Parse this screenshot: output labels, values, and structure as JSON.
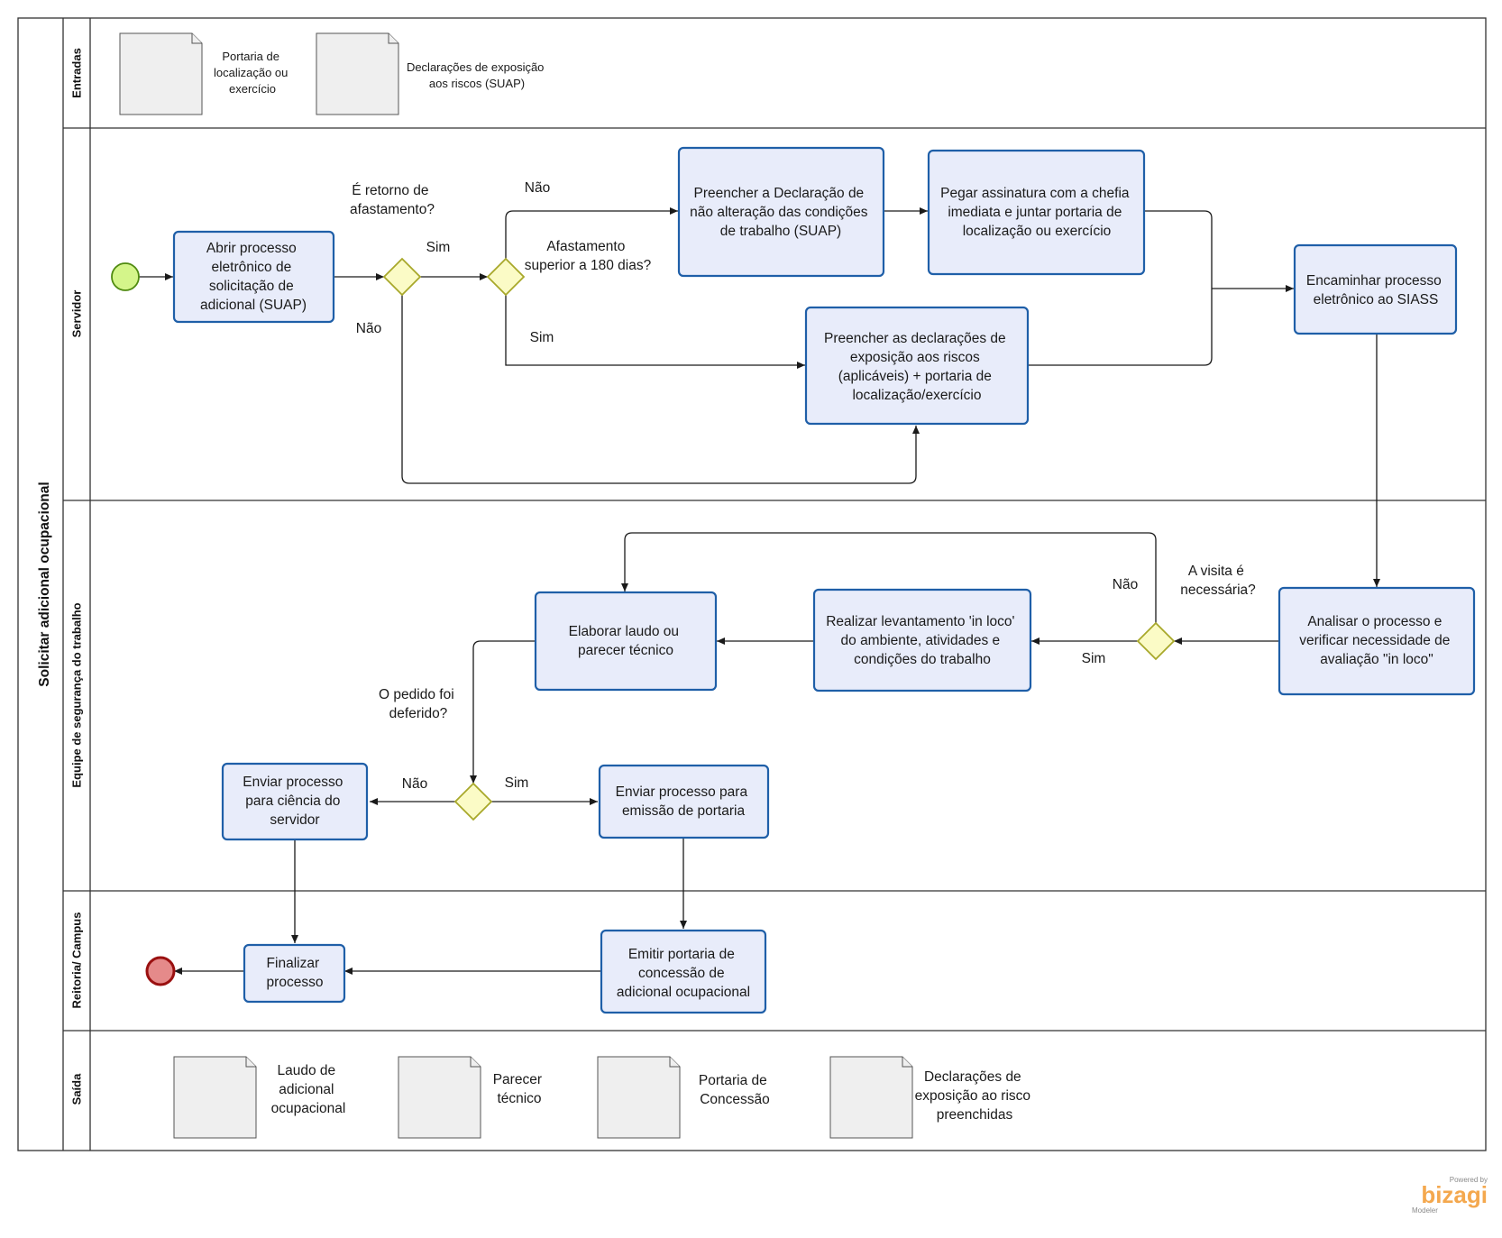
{
  "pool": {
    "title": "Solicitar adicional ocupacional"
  },
  "lanes": {
    "entradas": "Entradas",
    "servidor": "Servidor",
    "equipe": "Equipe de segurança do trabalho",
    "reitoria": "Reitoria/ Campus",
    "saida": "Saída"
  },
  "inputs": {
    "doc1": [
      "Portaria de",
      "localização ou",
      "exercício"
    ],
    "doc2": [
      "Declarações de exposição",
      "aos riscos (SUAP)"
    ]
  },
  "tasks": {
    "abrir": [
      "Abrir processo",
      "eletrônico de",
      "solicitação de",
      "adicional (SUAP)"
    ],
    "preencher_declaracao": [
      "Preencher a Declaração de",
      "não alteração das condições",
      "de trabalho (SUAP)"
    ],
    "pegar_assinatura": [
      "Pegar assinatura com a chefia",
      "imediata e juntar portaria de",
      "localização ou exercício"
    ],
    "preencher_declaracoes": [
      "Preencher as declarações de",
      "exposição aos riscos",
      "(aplicáveis) + portaria de",
      "localização/exercício"
    ],
    "encaminhar": [
      "Encaminhar processo",
      "eletrônico ao SIASS"
    ],
    "analisar": [
      "Analisar o processo e",
      "verificar necessidade de",
      "avaliação \"in loco\""
    ],
    "realizar": [
      "Realizar levantamento 'in loco'",
      "do ambiente, atividades e",
      "condições do trabalho"
    ],
    "elaborar": [
      "Elaborar laudo ou",
      "parecer técnico"
    ],
    "enviar_ciencia": [
      "Enviar processo",
      "para ciência do",
      "servidor"
    ],
    "enviar_portaria": [
      "Enviar processo para",
      "emissão de portaria"
    ],
    "emitir": [
      "Emitir portaria de",
      "concessão de",
      "adicional ocupacional"
    ],
    "finalizar": [
      "Finalizar",
      "processo"
    ]
  },
  "gateways": {
    "retorno": [
      "É retorno de",
      "afastamento?"
    ],
    "afastamento": [
      "Afastamento",
      "superior a 180 dias?"
    ],
    "visita": [
      "A visita é",
      "necessária?"
    ],
    "deferido": [
      "O pedido foi",
      "deferido?"
    ]
  },
  "flow_labels": {
    "retorno_sim": "Sim",
    "retorno_nao": "Não",
    "afast_nao": "Não",
    "afast_sim": "Sim",
    "visita_nao": "Não",
    "visita_sim": "Sim",
    "deferido_nao": "Não",
    "deferido_sim": "Sim"
  },
  "outputs": {
    "doc1": [
      "Laudo de",
      "adicional",
      "ocupacional"
    ],
    "doc2": [
      "Parecer",
      "técnico"
    ],
    "doc3": [
      "Portaria de",
      "Concessão"
    ],
    "doc4": [
      "Declarações de",
      "exposição ao risco",
      "preenchidas"
    ]
  },
  "logo": {
    "powered": "Powered by",
    "name": "bizagi",
    "sub": "Modeler"
  },
  "colors": {
    "task_fill": "#e8ecfa",
    "task_stroke": "#1f5fa8",
    "gateway_fill": "#fbfbc6",
    "start_fill": "#d4f58a",
    "end_fill": "#e58a8a",
    "logo": "#f4a84e"
  }
}
